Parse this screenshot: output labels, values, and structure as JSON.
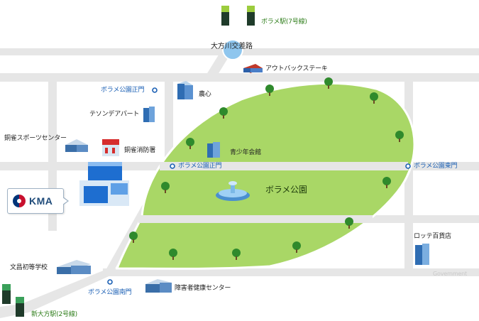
{
  "map": {
    "labels": {
      "borame_station_7": "ボラメ駅(7号線)",
      "daebang_junction": "大方川交差路",
      "outback": "アウトバックステーキ",
      "park_front_gate_top": "ボラメ公園正門",
      "nonghyup": "農心",
      "tesongdea_apt": "テソンデアパート",
      "sports_center": "銅雀スポーツセンター",
      "fire_station": "銅雀消防署",
      "youth_center": "青少年会館",
      "park_front_gate": "ボラメ公園正門",
      "park_east_gate": "ボラメ公園東門",
      "borame_park": "ボラメ公園",
      "lotte_dept": "ロッテ百貨店",
      "munchang_school": "文昌初等学校",
      "park_south_gate": "ボラメ公園南門",
      "disabled_center": "障害者健康センター",
      "sindaebang_station_2": "新大方駅(2号線)",
      "watermark": "Government"
    },
    "kma_logo_text": "KMA",
    "colors": {
      "park_fill": "#a9d766",
      "road": "#e6e6e6",
      "road_edge": "#d4d4d4",
      "gate_marker": "#1a5fb4",
      "junction": "#8fc6ee",
      "station_green": "#2e7d1a"
    }
  }
}
